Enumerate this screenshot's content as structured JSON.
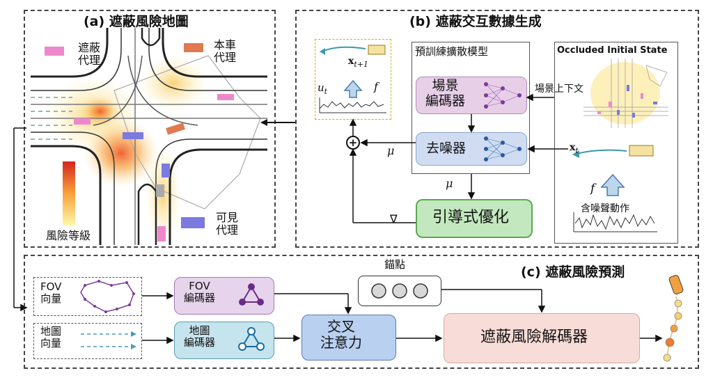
{
  "panel_a": {
    "title": "(a) 遮蔽風險地圖",
    "legend_occluded": "遮蔽\n代理",
    "legend_ego": "本車\n代理",
    "legend_risk": "風險等級",
    "legend_visible": "可見\n代理",
    "colors": {
      "occluded": "#ee88cc",
      "ego": "#e07a50",
      "visible": "#7a7ae0"
    }
  },
  "panel_b": {
    "title": "(b) 遮蔽交互數據生成",
    "diffusion_model": "預訓練擴散模型",
    "scene_encoder": "場景\n編碼器",
    "denoiser": "去噪器",
    "guided_opt": "引導式優化",
    "occluded_initial_state": "Occluded Initial State",
    "scene_context": "場景上下文",
    "noisy_action": "含噪聲動作",
    "x_t1": "x",
    "x_t1_sub": "t+1",
    "u_t": "u",
    "u_t_sub": "t",
    "f_left": "f",
    "f_right": "f",
    "mu_left": "μ",
    "mu_bottom": "μ",
    "nabla": "∇",
    "x_t": "x",
    "x_t_sub": "t",
    "plus": "+"
  },
  "panel_c": {
    "title": "(c) 遮蔽風險預測",
    "fov_vector": "FOV\n向量",
    "map_vector": "地圖\n向量",
    "fov_encoder": "FOV\n編碼器",
    "map_encoder": "地圖\n編碼器",
    "cross_attention": "交叉\n注意力",
    "anchors": "錨點",
    "risk_decoder": "遮蔽風險解碼器"
  }
}
